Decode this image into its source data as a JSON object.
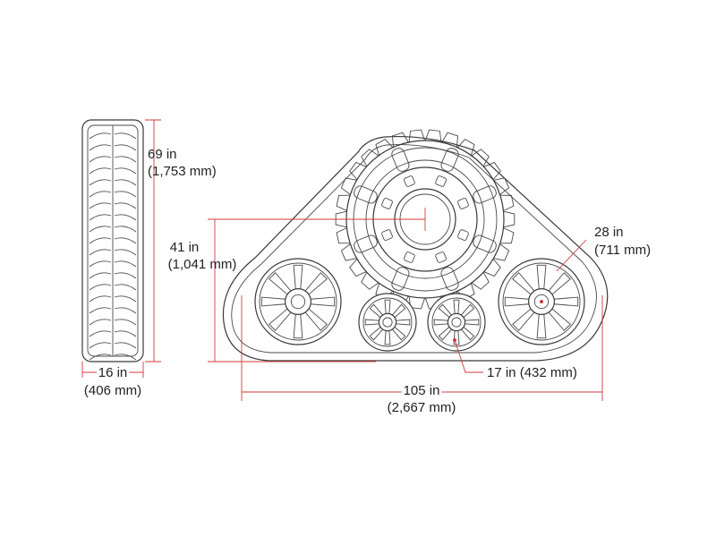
{
  "colors": {
    "dimension": "#d33a3a",
    "drawing": "#3a3a3a",
    "text": "#222222",
    "background": "#ffffff"
  },
  "dimensions": {
    "height": {
      "imperial": "69 in",
      "metric": "(1,753 mm)"
    },
    "axle_height": {
      "imperial": "41 in",
      "metric": "(1,041 mm)"
    },
    "wheel_diameter": {
      "imperial": "28 in",
      "metric": "(711 mm)"
    },
    "track_width": {
      "imperial": "16 in",
      "metric": "(406 mm)"
    },
    "bogie_diameter": {
      "label": "17 in (432 mm)"
    },
    "length": {
      "imperial": "105 in",
      "metric": "(2,667 mm)"
    }
  }
}
